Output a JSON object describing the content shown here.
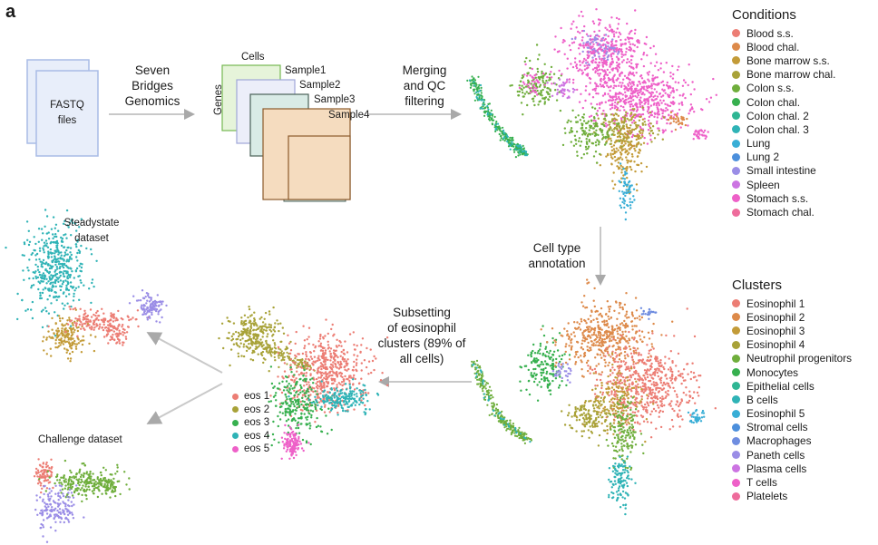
{
  "panel_letter": "a",
  "fastq": {
    "line1": "FASTQ",
    "line2": "files"
  },
  "step_seven_bridges": [
    "Seven",
    "Bridges",
    "Genomics"
  ],
  "matrix": {
    "cells_label": "Cells",
    "genes_label": "Genes",
    "samples": [
      "Sample1",
      "Sample2",
      "Sample3",
      "Sample4"
    ]
  },
  "step_merging": [
    "Merging",
    "and QC",
    "filtering"
  ],
  "step_annotation": [
    "Cell type",
    "annotation"
  ],
  "step_subsetting": [
    "Subsetting",
    "of eosinophil",
    "clusters (89% of",
    "all cells)"
  ],
  "steadystate_label": [
    "Steadystate",
    "dataset"
  ],
  "challenge_label": "Challenge dataset",
  "conditions": {
    "title": "Conditions",
    "items": [
      {
        "label": "Blood s.s.",
        "color": "#ec7d74"
      },
      {
        "label": "Blood chal.",
        "color": "#dd8a4a"
      },
      {
        "label": "Bone marrow s.s.",
        "color": "#c39b38"
      },
      {
        "label": "Bone marrow chal.",
        "color": "#a8a238"
      },
      {
        "label": "Colon s.s.",
        "color": "#6fae3c"
      },
      {
        "label": "Colon chal.",
        "color": "#37b04f"
      },
      {
        "label": "Colon chal. 2",
        "color": "#2fb694"
      },
      {
        "label": "Colon chal. 3",
        "color": "#2fb3b6"
      },
      {
        "label": "Lung",
        "color": "#39aed6"
      },
      {
        "label": "Lung 2",
        "color": "#4c8fdc"
      },
      {
        "label": "Small intestine",
        "color": "#9a8de6"
      },
      {
        "label": "Spleen",
        "color": "#cc74e2"
      },
      {
        "label": "Stomach s.s.",
        "color": "#ee60c8"
      },
      {
        "label": "Stomach chal.",
        "color": "#ee6c9c"
      }
    ]
  },
  "clusters": {
    "title": "Clusters",
    "items": [
      {
        "label": "Eosinophil 1",
        "color": "#ec7d74"
      },
      {
        "label": "Eosinophil 2",
        "color": "#dd8a4a"
      },
      {
        "label": "Eosinophil 3",
        "color": "#c39b38"
      },
      {
        "label": "Eosinophil 4",
        "color": "#a8a238"
      },
      {
        "label": "Neutrophil progenitors",
        "color": "#6fae3c"
      },
      {
        "label": "Monocytes",
        "color": "#37b04f"
      },
      {
        "label": "Epithelial cells",
        "color": "#2fb694"
      },
      {
        "label": "B cells",
        "color": "#2fb3b6"
      },
      {
        "label": "Eosinophil 5",
        "color": "#39aed6"
      },
      {
        "label": "Stromal cells",
        "color": "#4c8fdc"
      },
      {
        "label": "Macrophages",
        "color": "#6f8de0"
      },
      {
        "label": "Paneth cells",
        "color": "#9a8de6"
      },
      {
        "label": "Plasma cells",
        "color": "#cc74e2"
      },
      {
        "label": "T cells",
        "color": "#ee60c8"
      },
      {
        "label": "Platelets",
        "color": "#ee6c9c"
      }
    ]
  },
  "eos_legend": [
    {
      "label": "eos 1",
      "color": "#ec7d74"
    },
    {
      "label": "eos 2",
      "color": "#a8a238"
    },
    {
      "label": "eos 3",
      "color": "#37b04f"
    },
    {
      "label": "eos 4",
      "color": "#2fb3b6"
    },
    {
      "label": "eos 5",
      "color": "#ee60c8"
    }
  ]
}
